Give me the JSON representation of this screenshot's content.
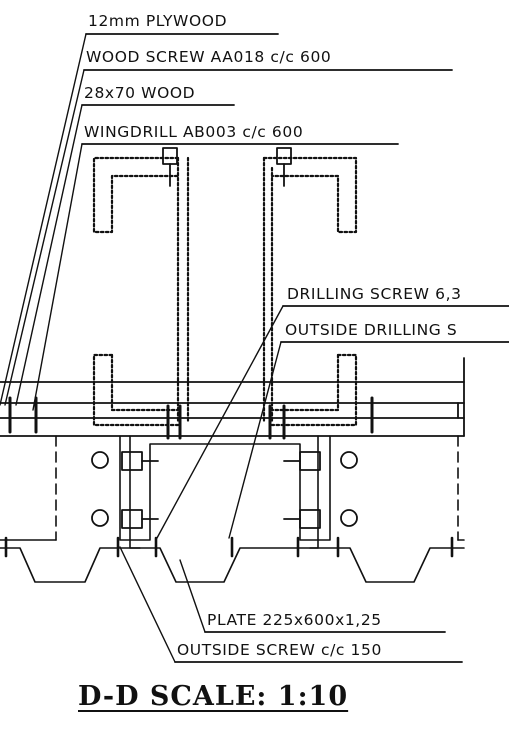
{
  "labels": {
    "plywood": "12mm PLYWOOD",
    "wood_screw": "WOOD SCREW AA018  c/c 600",
    "wood": "28x70 WOOD",
    "wingdrill": "WINGDRILL AB003 c/c 600",
    "drilling_screw": "DRILLING SCREW 6,3",
    "outside_drilling": "OUTSIDE DRILLING S",
    "plate": "PLATE 225x600x1,25",
    "outside_screw": "OUTSIDE SCREW c/c 150"
  },
  "title": "D-D  SCALE:  1:10",
  "colors": {
    "ink": "#111111",
    "paper": "#ffffff"
  }
}
